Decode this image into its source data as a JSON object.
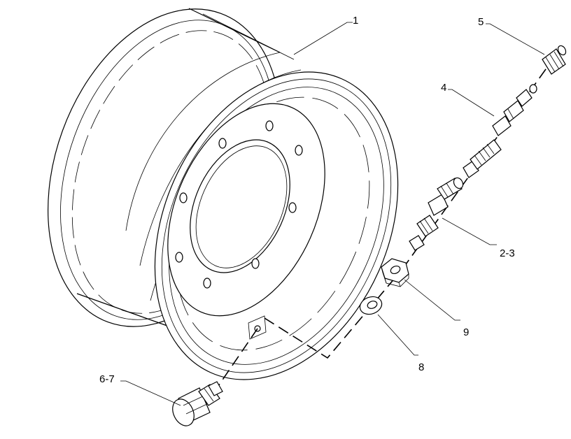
{
  "callouts": [
    {
      "id": "1",
      "text": "1"
    },
    {
      "id": "2-3",
      "text": "2-3"
    },
    {
      "id": "4",
      "text": "4"
    },
    {
      "id": "5",
      "text": "5"
    },
    {
      "id": "6-7",
      "text": "6-7"
    },
    {
      "id": "8",
      "text": "8"
    },
    {
      "id": "9",
      "text": "9"
    }
  ]
}
